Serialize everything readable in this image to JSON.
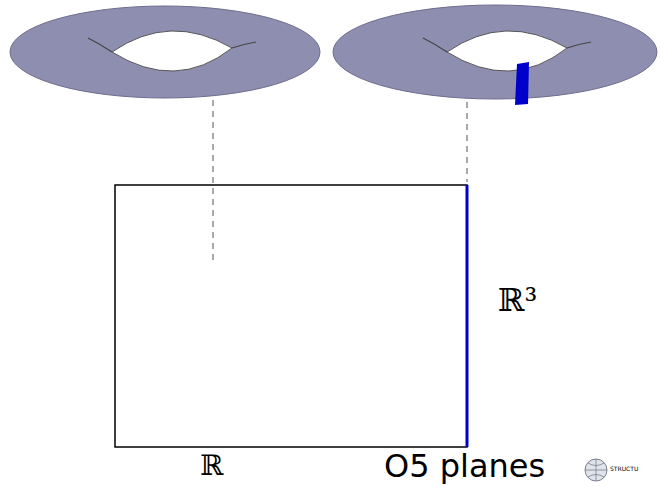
{
  "diagram": {
    "labels": [
      "ℝ³",
      "ℝ",
      "O5 planes",
      "STRUCTU"
    ]
  }
}
